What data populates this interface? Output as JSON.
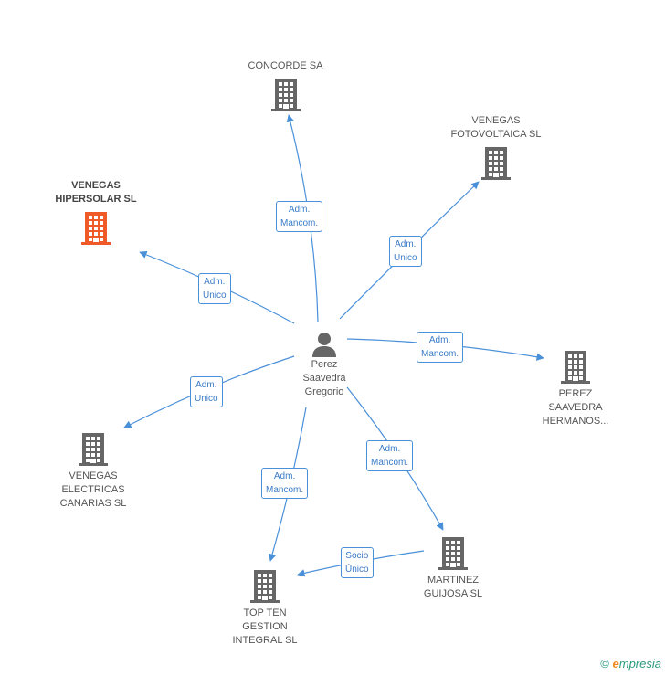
{
  "colors": {
    "edge": "#4a90d9",
    "company_icon": "#666666",
    "company_icon_highlight": "#f05a28",
    "person_icon": "#666666"
  },
  "center": {
    "name_lines": [
      "Perez",
      "Saavedra",
      "Gregorio"
    ],
    "icon": "person-icon"
  },
  "companies": [
    {
      "id": "concorde",
      "lines": [
        "CONCORDE SA"
      ],
      "icon": "building-icon",
      "highlight": false
    },
    {
      "id": "fotovoltaica",
      "lines": [
        "VENEGAS",
        "FOTOVOLTAICA SL"
      ],
      "icon": "building-icon",
      "highlight": false
    },
    {
      "id": "hipersolar",
      "lines": [
        "VENEGAS",
        "HIPERSOLAR SL"
      ],
      "icon": "building-icon",
      "highlight": true
    },
    {
      "id": "perez-hermanos",
      "lines": [
        "PEREZ",
        "SAAVEDRA",
        "HERMANOS..."
      ],
      "icon": "building-icon",
      "highlight": false
    },
    {
      "id": "electricas",
      "lines": [
        "VENEGAS",
        "ELECTRICAS",
        "CANARIAS SL"
      ],
      "icon": "building-icon",
      "highlight": false
    },
    {
      "id": "martinez",
      "lines": [
        "MARTINEZ",
        "GUIJOSA SL"
      ],
      "icon": "building-icon",
      "highlight": false
    },
    {
      "id": "topten",
      "lines": [
        "TOP TEN",
        "GESTION",
        "INTEGRAL SL"
      ],
      "icon": "building-icon",
      "highlight": false
    }
  ],
  "relations": [
    {
      "from": "center",
      "to": "concorde",
      "lines": [
        "Adm.",
        "Mancom."
      ]
    },
    {
      "from": "center",
      "to": "fotovoltaica",
      "lines": [
        "Adm.",
        "Unico"
      ]
    },
    {
      "from": "center",
      "to": "hipersolar",
      "lines": [
        "Adm.",
        "Unico"
      ]
    },
    {
      "from": "center",
      "to": "perez-hermanos",
      "lines": [
        "Adm.",
        "Mancom."
      ]
    },
    {
      "from": "center",
      "to": "electricas",
      "lines": [
        "Adm.",
        "Unico"
      ]
    },
    {
      "from": "center",
      "to": "martinez",
      "lines": [
        "Adm.",
        "Mancom."
      ]
    },
    {
      "from": "center",
      "to": "topten",
      "lines": [
        "Adm.",
        "Mancom."
      ]
    },
    {
      "from": "martinez",
      "to": "topten",
      "lines": [
        "Socio",
        "Único"
      ]
    }
  ],
  "footer": {
    "copyright": "©",
    "brand_initial": "e",
    "brand_rest": "mpresia"
  }
}
